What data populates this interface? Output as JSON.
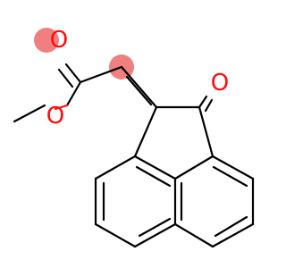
{
  "molecule": {
    "atoms": {
      "o_carbonyl_ester": "O",
      "o_methoxy": "O",
      "o_ketone": "O"
    },
    "colors": {
      "bond": "#000000",
      "oxygen": "#ff0d0d",
      "highlight": "#f08080"
    }
  }
}
